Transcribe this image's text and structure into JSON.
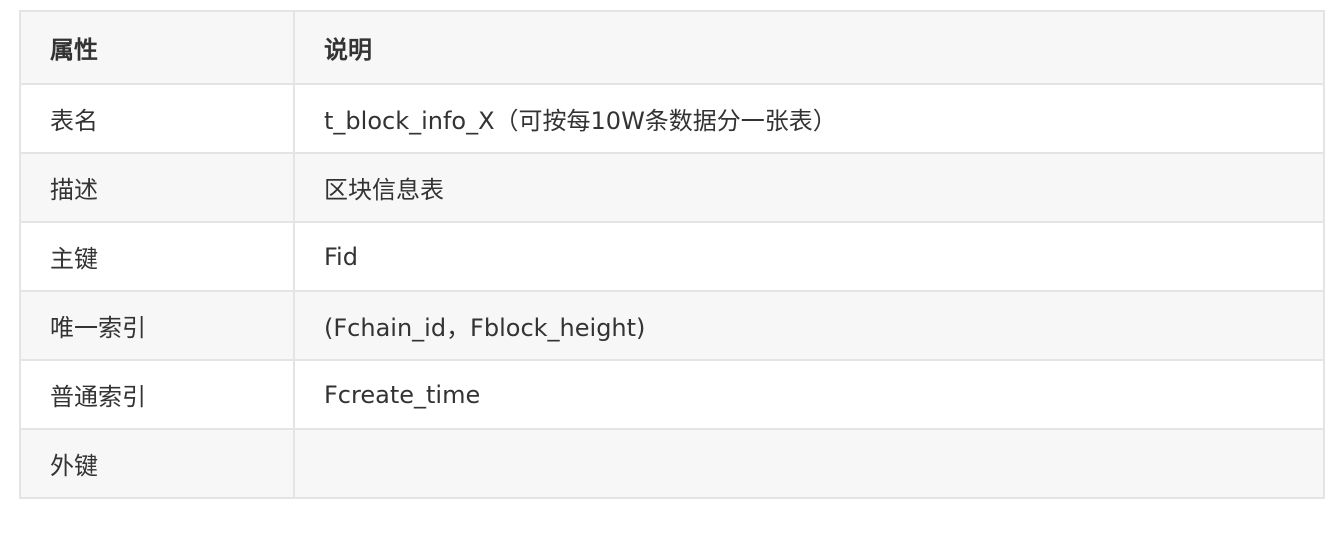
{
  "table": {
    "headers": [
      "属性",
      "说明"
    ],
    "rows": [
      {
        "attribute": "表名",
        "description": "t_block_info_X（可按每10W条数据分一张表）"
      },
      {
        "attribute": "描述",
        "description": "区块信息表"
      },
      {
        "attribute": "主键",
        "description": "Fid"
      },
      {
        "attribute": "唯一索引",
        "description": "(Fchain_id，Fblock_height)"
      },
      {
        "attribute": "普通索引",
        "description": "Fcreate_time"
      },
      {
        "attribute": "外键",
        "description": ""
      }
    ]
  },
  "colors": {
    "border": "#e3e4e6",
    "header_bg": "#f7f7f8",
    "stripe_bg": "#f7f7f8",
    "text": "#333333"
  }
}
